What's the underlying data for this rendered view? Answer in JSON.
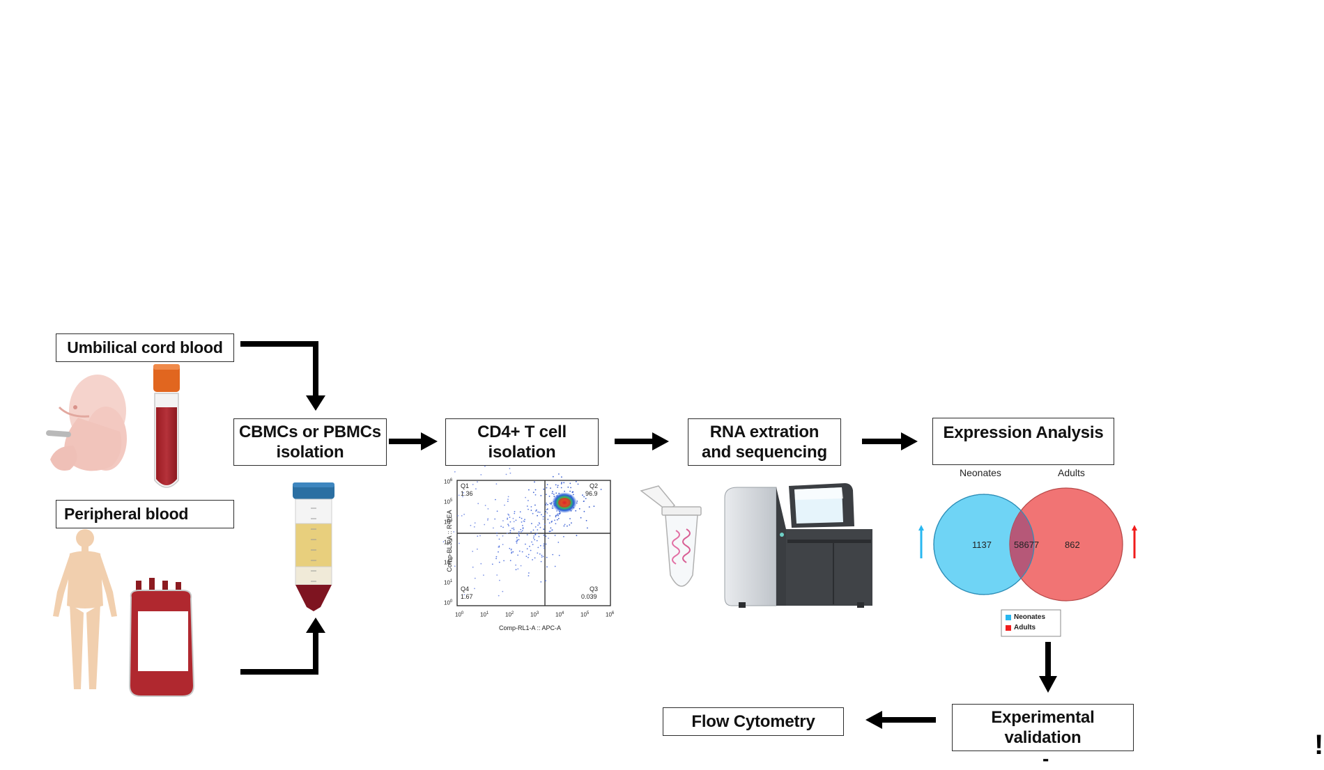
{
  "nodes": {
    "umbilical": "Umbilical cord blood",
    "peripheral": "Peripheral blood",
    "isolation": "CBMCs or PBMCs\nisolation",
    "cd4": "CD4+ T cell\nisolation",
    "rna": "RNA extration\nand sequencing",
    "expression": "Expression Analysis",
    "validation": "Experimental\nvalidation",
    "flow": "Flow Cytometry"
  },
  "flow_plot": {
    "quadrants": [
      {
        "name": "Q1",
        "value": "1.36"
      },
      {
        "name": "Q2",
        "value": "96.9"
      },
      {
        "name": "Q3",
        "value": "0.039"
      },
      {
        "name": "Q4",
        "value": "1.67"
      }
    ],
    "x_label": "Comp-RL1-A :: APC-A",
    "y_label": "Comp-BL3-A :: R-PEA",
    "ticks": [
      "10",
      "10",
      "10",
      "10",
      "10",
      "10",
      "10"
    ],
    "tick_exponents": [
      "0",
      "1",
      "2",
      "3",
      "4",
      "5",
      "6"
    ]
  },
  "venn": {
    "left_title": "Neonates",
    "right_title": "Adults",
    "left_only": "1137",
    "overlap": "58677",
    "right_only": "862",
    "legend": [
      {
        "label": "Neonates",
        "color": "#28b7f0"
      },
      {
        "label": "Adults",
        "color": "#f01c1c"
      }
    ],
    "left_color": "#6fd4f5",
    "right_color": "#f06a6a"
  },
  "stray_marks": {
    "exclamation": "!",
    "dash": "-"
  }
}
